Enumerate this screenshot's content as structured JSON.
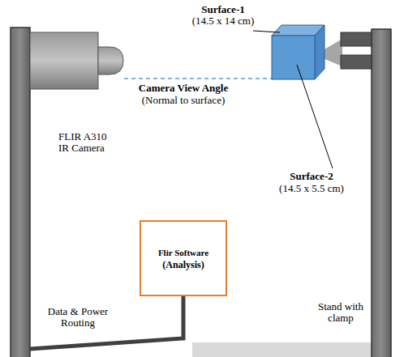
{
  "diagram": {
    "nodes": [
      {
        "text": [
          "Flir Software",
          "(Analysis)"
        ]
      }
    ],
    "labels": [
      "Surface-1",
      "(14.5 x 14 cm)",
      "Camera View Angle",
      "(Normal to surface)",
      "FLIR A310 IR Camera",
      "Surface-2",
      "(14.5 x 5.5 cm)",
      "Data & Power Routing",
      "Stand with clamp"
    ]
  }
}
